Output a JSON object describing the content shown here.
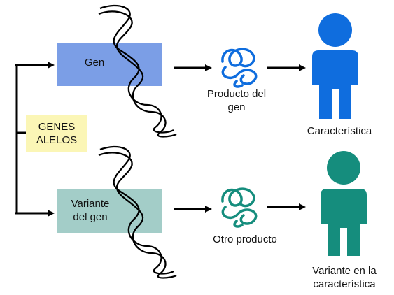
{
  "alleles_label": {
    "line1": "GENES",
    "line2": "ALELOS"
  },
  "top": {
    "gene_label": "Gen",
    "product_label": {
      "line1": "Producto del",
      "line2": "gen"
    },
    "trait_label": "Característica"
  },
  "bottom": {
    "gene_label": {
      "line1": "Variante",
      "line2": "del gen"
    },
    "product_label": "Otro producto",
    "trait_label": {
      "line1": "Variante en la",
      "line2": "característica"
    }
  },
  "colors": {
    "gene_box": "#7b9ee6",
    "variant_box": "#a3cdc8",
    "alleles_box": "#fbf6b6",
    "primary_figure": "#0f6dde",
    "variant_figure": "#158d7d",
    "arrow": "#000000"
  }
}
